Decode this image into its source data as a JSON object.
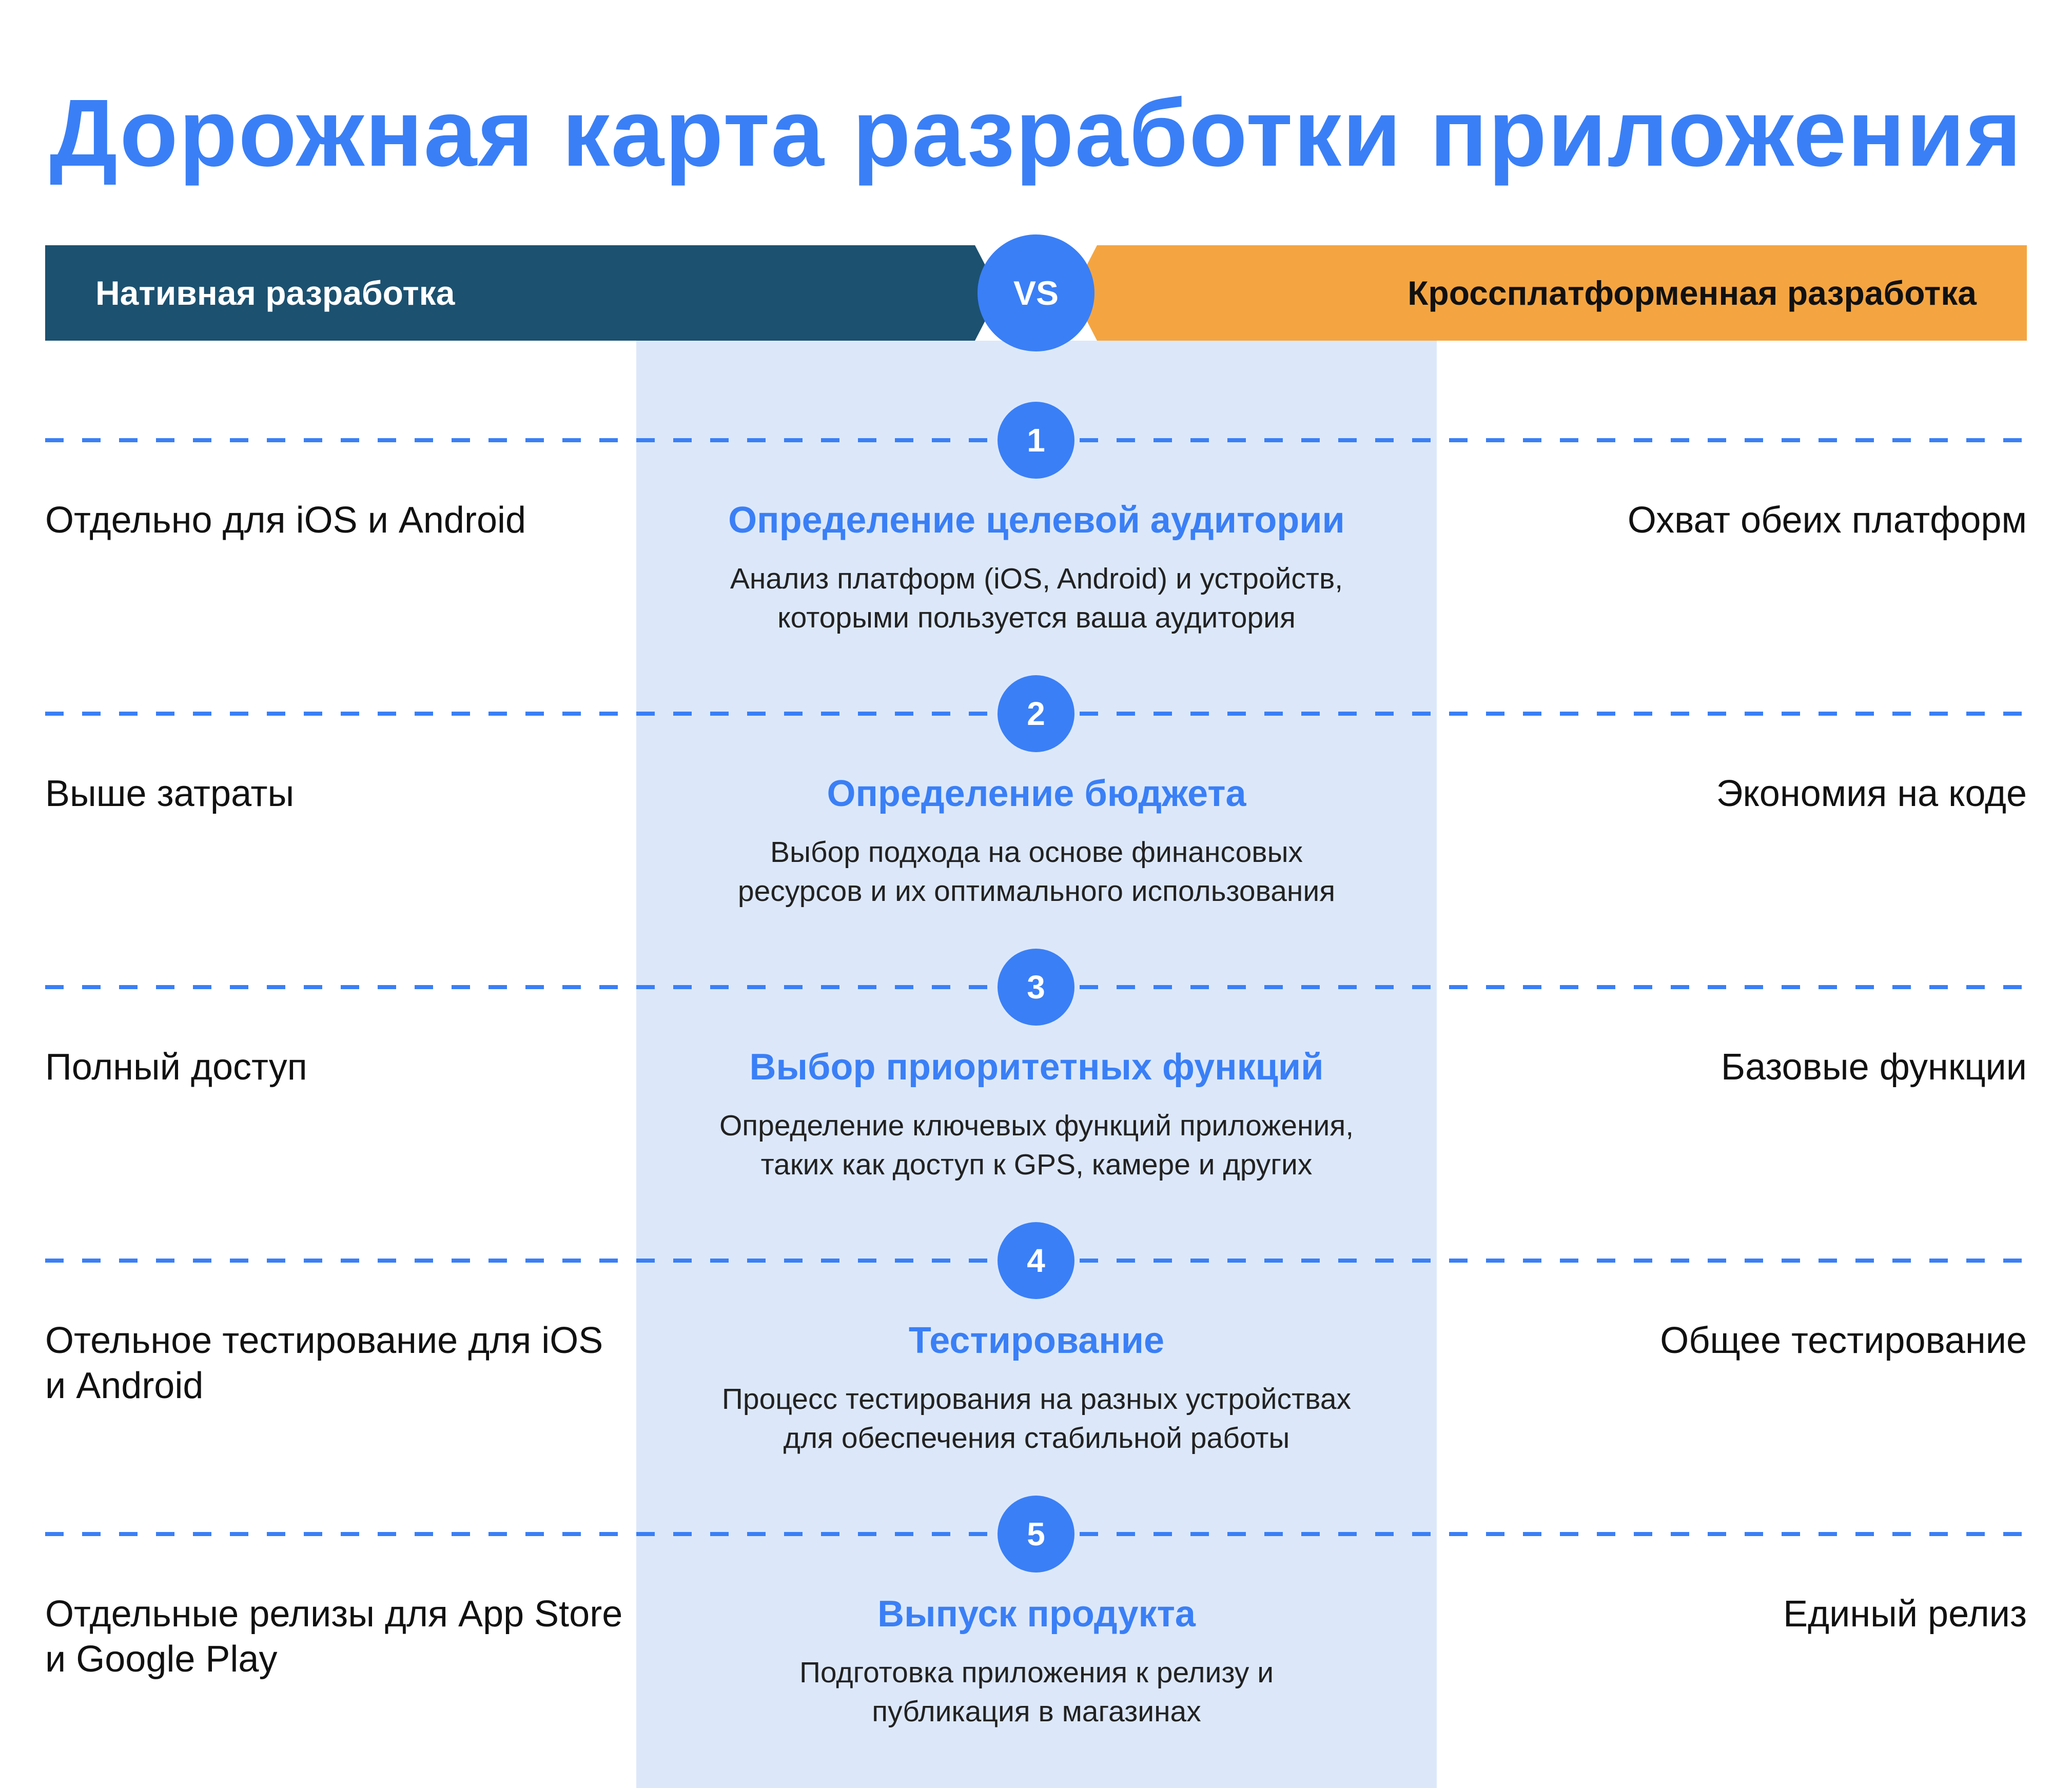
{
  "title": "Дорожная карта разработки приложения",
  "banner": {
    "left_label": "Нативная разработка",
    "vs_label": "VS",
    "right_label": "Кроссплатформенная разработка"
  },
  "colors": {
    "accent_blue": "#3A7FF6",
    "native_bar": "#1C5170",
    "cross_bar": "#F4A541",
    "panel_bg": "#DCE8FA",
    "text": "#111111"
  },
  "steps": [
    {
      "number": "1",
      "title": "Определение целевой аудитории",
      "description_lines": [
        "Анализ платформ (iOS, Android) и устройств,",
        "которыми пользуется ваша аудитория"
      ],
      "native": "Отдельно для iOS и Android",
      "cross": "Охват обеих платформ"
    },
    {
      "number": "2",
      "title": "Определение бюджета",
      "description_lines": [
        "Выбор подхода на основе финансовых",
        "ресурсов и их оптимального использования"
      ],
      "native": "Выше затраты",
      "cross": "Экономия на коде"
    },
    {
      "number": "3",
      "title": "Выбор приоритетных функций",
      "description_lines": [
        "Определение ключевых функций приложения,",
        "таких как доступ к GPS, камере и других"
      ],
      "native": "Полный доступ",
      "cross": "Базовые функции"
    },
    {
      "number": "4",
      "title": "Тестирование",
      "description_lines": [
        "Процесс тестирования на разных устройствах",
        "для обеспечения стабильной работы"
      ],
      "native": "Отельное тестирование для iOS и Android",
      "cross": "Общее тестирование"
    },
    {
      "number": "5",
      "title": "Выпуск продукта",
      "description_lines": [
        "Подготовка приложения к релизу и",
        "публикация в магазинах"
      ],
      "native": "Отдельные релизы для App Store и Google Play",
      "cross": "Единый релиз"
    }
  ]
}
